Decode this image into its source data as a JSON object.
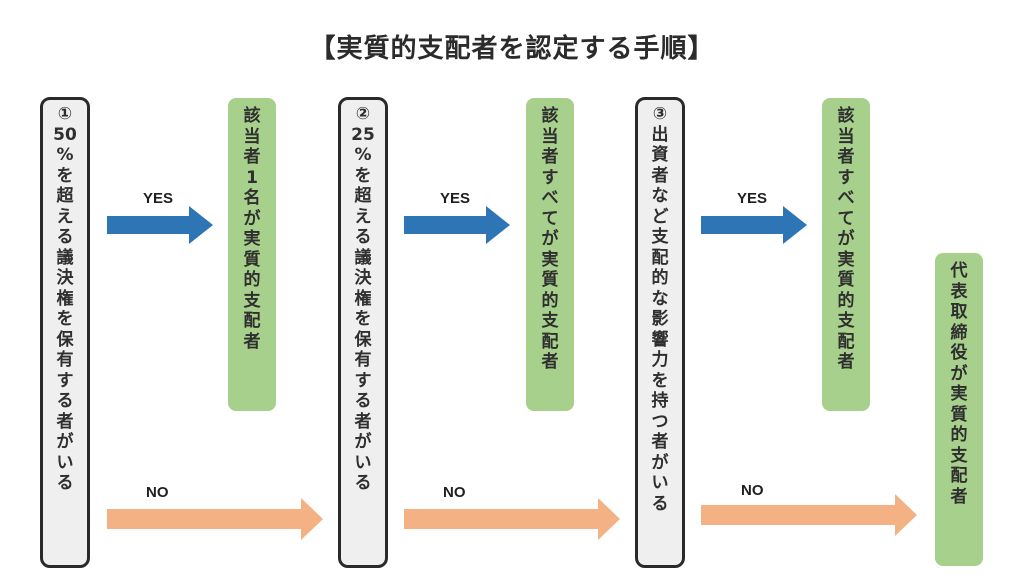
{
  "title": "【実質的支配者を認定する手順】",
  "colors": {
    "yes_arrow": "#2e75b6",
    "no_arrow": "#f4b183",
    "condition_box_bg": "#efefef",
    "condition_box_border": "#2a2a2a",
    "result_box_bg": "#a8d08d",
    "text": "#2b2b2b"
  },
  "steps": [
    {
      "condition": [
        "①",
        "50",
        "%",
        "を",
        "超",
        "え",
        "る",
        "議",
        "決",
        "権",
        "を",
        "保",
        "有",
        "す",
        "る",
        "者",
        "が",
        "い",
        "る"
      ],
      "condition_text": "①50%を超える議決権を保有する者がいる",
      "yes_label": "YES",
      "no_label": "NO",
      "result": [
        "該",
        "当",
        "者",
        "1",
        "名",
        "が",
        "実",
        "質",
        "的",
        "支",
        "配",
        "者"
      ],
      "result_text": "該当者1名が実質的支配者"
    },
    {
      "condition": [
        "②",
        "25",
        "%",
        "を",
        "超",
        "え",
        "る",
        "議",
        "決",
        "権",
        "を",
        "保",
        "有",
        "す",
        "る",
        "者",
        "が",
        "い",
        "る"
      ],
      "condition_text": "②25%を超える議決権を保有する者がいる",
      "yes_label": "YES",
      "no_label": "NO",
      "result": [
        "該",
        "当",
        "者",
        "す",
        "べ",
        "て",
        "が",
        "実",
        "質",
        "的",
        "支",
        "配",
        "者"
      ],
      "result_text": "該当者すべてが実質的支配者"
    },
    {
      "condition": [
        "③",
        "出",
        "資",
        "者",
        "な",
        "ど",
        "支",
        "配",
        "的",
        "な",
        "影",
        "響",
        "力",
        "を",
        "持",
        "つ",
        "者",
        "が",
        "い",
        "る"
      ],
      "condition_text": "③出資者など支配的な影響力を持つ者がいる",
      "yes_label": "YES",
      "no_label": "NO",
      "result": [
        "該",
        "当",
        "者",
        "す",
        "べ",
        "て",
        "が",
        "実",
        "質",
        "的",
        "支",
        "配",
        "者"
      ],
      "result_text": "該当者すべてが実質的支配者"
    }
  ],
  "final": {
    "result": [
      "代",
      "表",
      "取",
      "締",
      "役",
      "が",
      "実",
      "質",
      "的",
      "支",
      "配",
      "者"
    ],
    "result_text": "代表取締役が実質的支配者"
  }
}
